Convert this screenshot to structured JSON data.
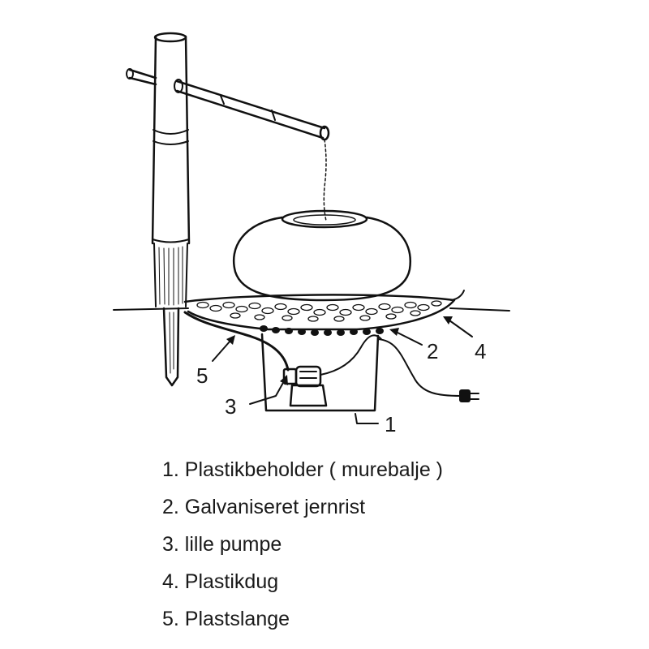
{
  "callouts": {
    "c1": "1",
    "c2": "2",
    "c3": "3",
    "c4": "4",
    "c5": "5"
  },
  "legend": [
    "1. Plastikbeholder ( murebalje )",
    "2. Galvaniseret jernrist",
    "3. lille pumpe",
    "4. Plastikdug",
    "5. Plastslange"
  ],
  "colors": {
    "ink": "#111111",
    "background": "#ffffff"
  }
}
